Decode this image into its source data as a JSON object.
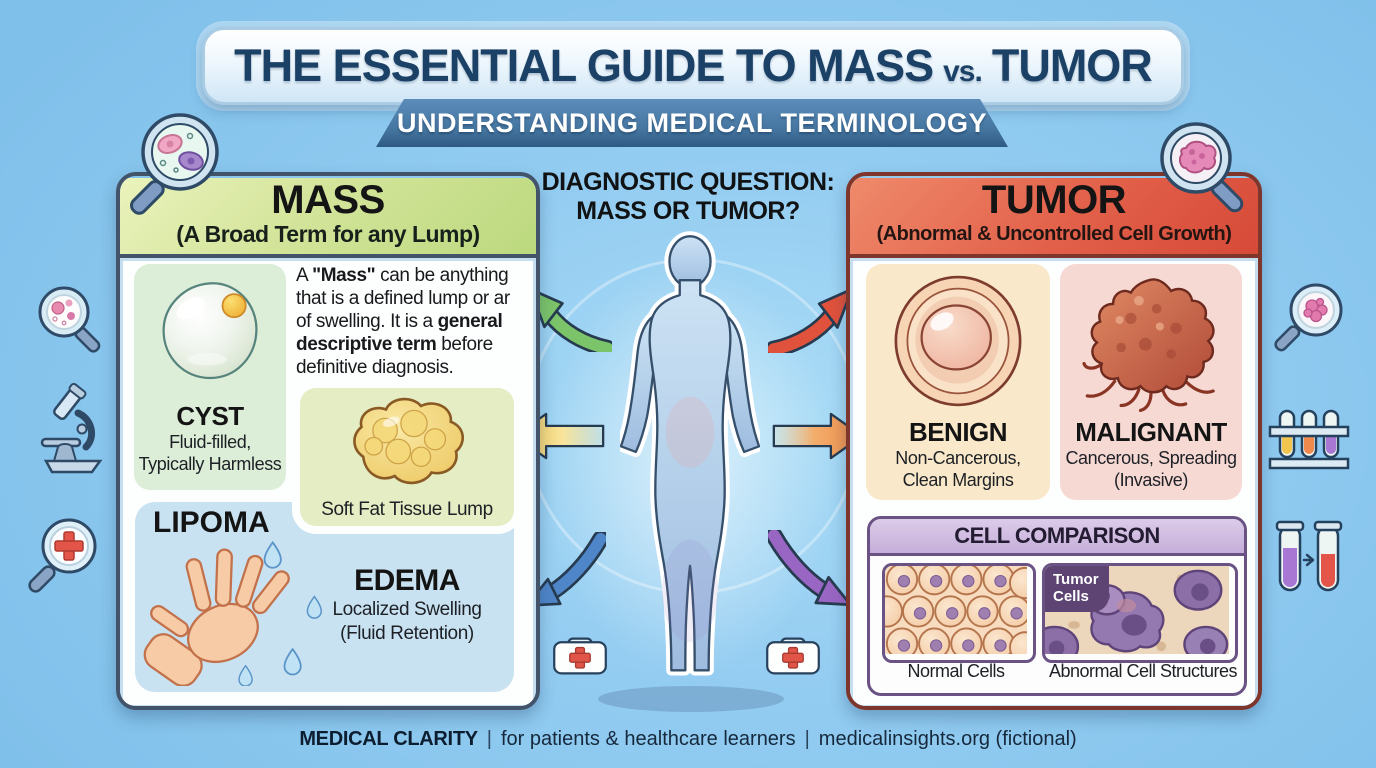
{
  "header": {
    "title_main_1": "THE ESSENTIAL GUIDE TO MASS",
    "title_vs": "vs.",
    "title_main_2": "TUMOR",
    "subtitle": "UNDERSTANDING MEDICAL TERMINOLOGY"
  },
  "center": {
    "question_line1": "DIAGNOSTIC QUESTION:",
    "question_line2": "MASS OR TUMOR?"
  },
  "mass_panel": {
    "title": "MASS",
    "subtitle": "(A Broad Term for any Lump)",
    "description": {
      "s1": "A ",
      "s2": "\"Mass\"",
      "s3": " can be anything that is a defined lump or ar of swelling. It is a ",
      "s4": "general descriptive term",
      "s5": " before definitive diagnosis."
    },
    "cyst_title": "CYST",
    "cyst_caption_1": "Fluid-filled,",
    "cyst_caption_2": "Typically Harmless",
    "fat_caption": "Soft Fat Tissue Lump",
    "lipoma_title": "LIPOMA",
    "edema_title": "EDEMA",
    "edema_caption_1": "Localized Swelling",
    "edema_caption_2": "(Fluid Retention)"
  },
  "tumor_panel": {
    "title": "TUMOR",
    "subtitle": "(Abnormal & Uncontrolled Cell Growth)",
    "benign_title": "BENIGN",
    "benign_caption_1": "Non-Cancerous,",
    "benign_caption_2": "Clean Margins",
    "malignant_title": "MALIGNANT",
    "malignant_caption_1": "Cancerous, Spreading",
    "malignant_caption_2": "(Invasive)",
    "cell_comparison": {
      "title": "CELL COMPARISON",
      "badge_line1": "Tumor",
      "badge_line2": "Cells",
      "normal_label": "Normal Cells",
      "abnormal_label": "Abnormal Cell Structures"
    }
  },
  "footer": {
    "brand": "MEDICAL CLARITY",
    "divider": "|",
    "tagline": "for patients & healthcare learners",
    "site": "medicalinsights.org (fictional)"
  },
  "icons": [
    "cells-magnifier-icon",
    "tumor-magnifier-icon",
    "petri-magnifier-icon",
    "microscope-icon",
    "cross-magnifier-icon",
    "pink-cells-magnifier-icon",
    "test-tube-rack-icon",
    "test-tube-transfer-icon",
    "first-aid-kit-icon",
    "body-silhouette",
    "green-arrow",
    "yellow-arrow",
    "blue-arrow",
    "red-arrow",
    "orange-arrow",
    "purple-arrow"
  ],
  "colors": {
    "background": "#8cc7ef",
    "title_text": "#1c4166",
    "subtitle_bar": "#44759f",
    "mass_header": "#cfe08e",
    "mass_border": "#42536a",
    "cyst_card": "#dcedd8",
    "fat_card": "#e4edc3",
    "edema_card": "#c9e2f2",
    "tumor_header": "#dd5a42",
    "tumor_border": "#7e352b",
    "benign_card": "#f9e8c9",
    "malignant_card": "#f7d9d4",
    "cell_panel_header": "#cdb9de",
    "cell_panel_border": "#6a5384",
    "badge": "#5d4473",
    "arrow_green": "#7cc46a",
    "arrow_yellow": "#f4c94f",
    "arrow_blue": "#4f86c9",
    "arrow_red": "#e0523c",
    "arrow_orange": "#ee8a46",
    "arrow_purple": "#9a66c4"
  }
}
